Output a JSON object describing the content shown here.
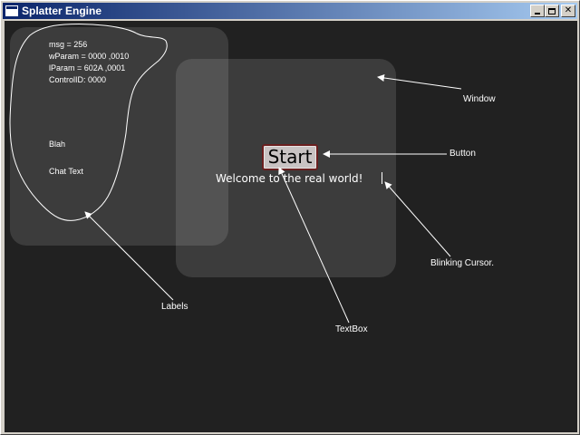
{
  "window": {
    "title": "Splatter Engine",
    "controls": {
      "minimize": "minimize",
      "maximize": "maximize",
      "close": "✕"
    }
  },
  "debug_labels": {
    "msg": "msg = 256",
    "wparam": "wParam = 0000 ,0010",
    "lparam": "lParam = 602A ,0001",
    "control_id": "ControlID: 0000",
    "blah": "Blah",
    "chat_text": "Chat Text"
  },
  "gui": {
    "button_label": "Start",
    "textbox_value": "Welcome to the real world!"
  },
  "annotations": {
    "window": "Window",
    "button": "Button",
    "blinking_cursor": "Blinking Cursor.",
    "textbox": "TextBox",
    "labels": "Labels"
  },
  "colors": {
    "background": "#212121",
    "panel": "rgba(255,255,255,0.12)",
    "title_bar": "#0a246a",
    "button_border": "#6a1f1f",
    "button_fill": "#c9c3c3"
  }
}
